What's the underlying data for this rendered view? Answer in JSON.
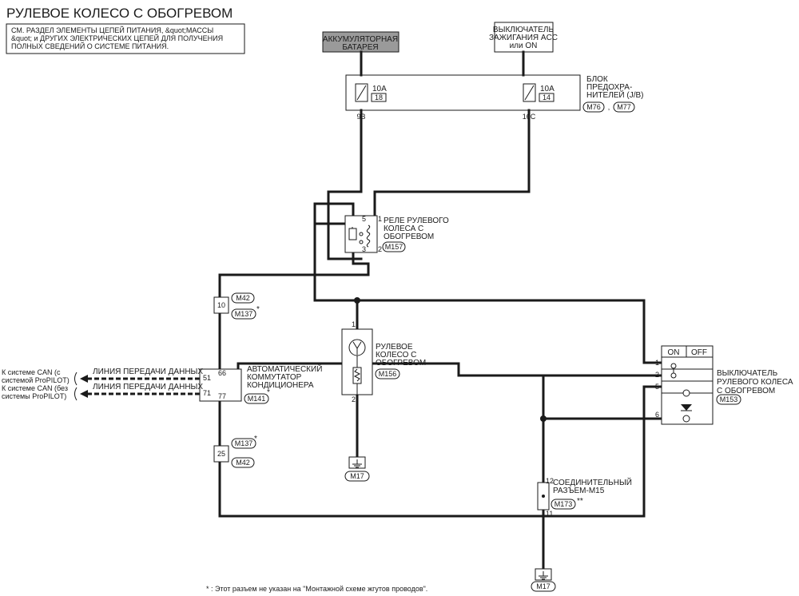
{
  "title": "РУЛЕВОЕ КОЛЕСО С ОБОГРЕВОМ",
  "note": {
    "lines": [
      "СМ. РАЗДЕЛ ЭЛЕМЕНТЫ ЦЕПЕЙ ПИТАНИЯ, &quot;МАССЫ",
      "&quot; и ДРУГИХ ЭЛЕКТРИЧЕСКИХ ЦЕПЕЙ ДЛЯ ПОЛУЧЕНИЯ",
      "ПОЛНЫХ СВЕДЕНИЙ О СИСТЕМЕ ПИТАНИЯ."
    ]
  },
  "battery": {
    "lines": [
      "АККУМУЛЯТОРНАЯ",
      "БАТАРЕЯ"
    ]
  },
  "ignition": {
    "lines": [
      "ВЫКЛЮЧАТЕЛЬ",
      "ЗАЖИГАНИЯ ACC",
      "или ON"
    ]
  },
  "fuse_block": {
    "label_lines": [
      "БЛОК",
      "ПРЕДОХРА-",
      "НИТЕЛЕЙ (J/B)"
    ],
    "connectors": [
      "M76",
      "M77"
    ],
    "separator": ",",
    "fuse1": {
      "rating": "10A",
      "number": "18",
      "pin": "9B"
    },
    "fuse2": {
      "rating": "10A",
      "number": "14",
      "pin": "16C"
    }
  },
  "relay": {
    "label_lines": [
      "РЕЛЕ РУЛЕВОГО",
      "КОЛЕСА С",
      "ОБОГРЕВОМ"
    ],
    "connector": "M157",
    "pins": {
      "p5": "5",
      "p1": "1",
      "p3": "3",
      "p2": "2"
    }
  },
  "steering_wheel": {
    "label_lines": [
      "РУЛЕВОЕ",
      "КОЛЕСО С",
      "ОБОГРЕВОМ"
    ],
    "connector": "M156",
    "pin_top": "1",
    "pin_bottom": "2"
  },
  "ground1": {
    "connector": "M17"
  },
  "ground2": {
    "connector": "M17"
  },
  "inline_top": {
    "pin": "10",
    "connector_a": "M42",
    "connector_b": "M137",
    "mark": "*"
  },
  "inline_bottom": {
    "pin": "25",
    "connector_a": "M137",
    "connector_b": "M42",
    "mark": "*"
  },
  "ac_unit": {
    "label_lines": [
      "АВТОМАТИЧЕСКИЙ",
      "КОММУТАТОР",
      "КОНДИЦИОНЕРА"
    ],
    "connector": "M141",
    "mark": "*",
    "pins": {
      "p66": "66",
      "p51": "51",
      "p71": "71",
      "p77": "77"
    }
  },
  "can_lines": {
    "line1": {
      "label": "ЛИНИЯ ПЕРЕДАЧИ ДАННЫХ",
      "dest_lines": [
        "К системе CAN (с",
        "системой ProPILOT)"
      ]
    },
    "line2": {
      "label": "ЛИНИЯ ПЕРЕДАЧИ ДАННЫХ",
      "dest_lines": [
        "К системе CAN (без",
        "системы ProPILOT)"
      ]
    }
  },
  "switch": {
    "header_on": "ON",
    "header_off": "OFF",
    "label_lines": [
      "ВЫКЛЮЧАТЕЛЬ",
      "РУЛЕВОГО КОЛЕСА",
      "С ОБОГРЕВОМ"
    ],
    "connector": "M153",
    "pins": {
      "p1": "1",
      "p2": "2",
      "p5": "5",
      "p6": "6"
    }
  },
  "joint_connector": {
    "label_lines": [
      "СОЕДИНИТЕЛЬНЫЙ",
      "РАЗЪЕМ-M15"
    ],
    "connector": "M173",
    "mark": "**",
    "pin_top": "12",
    "pin_bottom": "11"
  },
  "footnote": "* : Этот разъем не указан на \"Монтажной схеме жгутов проводов\"."
}
